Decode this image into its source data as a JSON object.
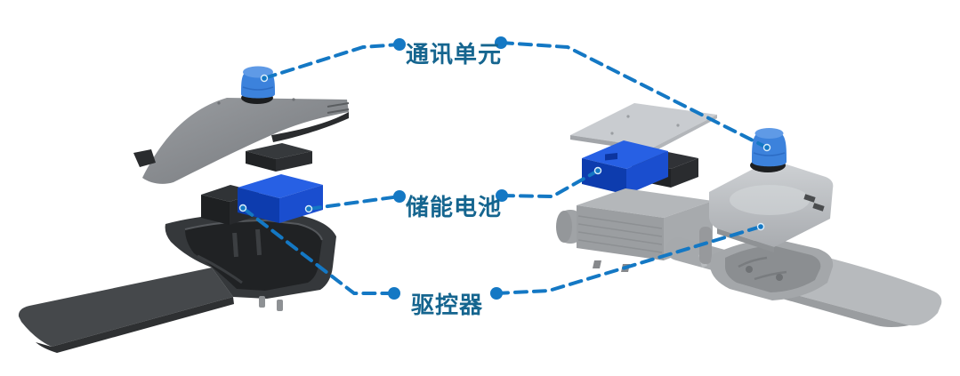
{
  "labels": [
    {
      "id": "communication-unit",
      "text": "通讯单元"
    },
    {
      "id": "energy-storage-battery",
      "text": "储能电池"
    },
    {
      "id": "drive-controller",
      "text": "驱控器"
    }
  ],
  "colors": {
    "connector_blue": "#1478c4",
    "label_text": "#15658f",
    "component_blue": "#1a4ecf",
    "component_blue_top": "#2760e4",
    "component_blue_shadow": "#0d3cae",
    "dome_blue": "#3c82dc",
    "dome_blue_top": "#5f9ae6",
    "dark_housing": "#35383b",
    "dark_arm": "#45484b",
    "light_housing": "#b4b7ba",
    "panel_gray": "#c9ccd0",
    "black_component": "#232528",
    "background": "#ffffff"
  }
}
